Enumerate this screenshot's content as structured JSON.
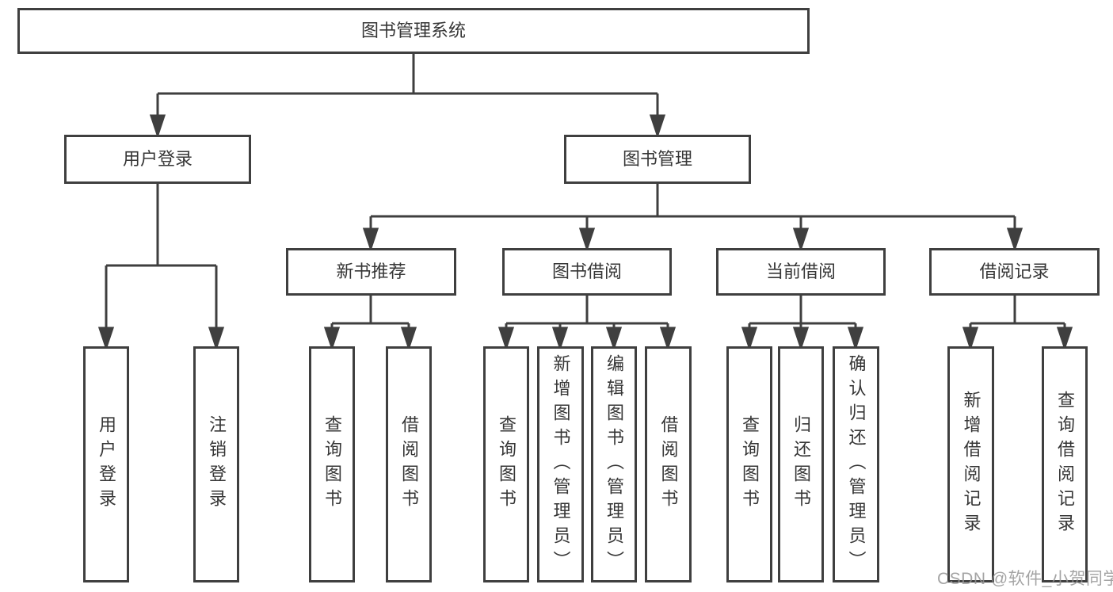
{
  "diagram": {
    "root": {
      "label": "图书管理系统"
    },
    "branches": [
      {
        "label": "用户登录",
        "children": [
          {
            "label": "用户登录"
          },
          {
            "label": "注销登录"
          }
        ]
      },
      {
        "label": "图书管理",
        "children": [
          {
            "label": "新书推荐",
            "children": [
              {
                "label": "查询图书"
              },
              {
                "label": "借阅图书"
              }
            ]
          },
          {
            "label": "图书借阅",
            "children": [
              {
                "label": "查询图书"
              },
              {
                "label": "新增图书（管理员）"
              },
              {
                "label": "编辑图书（管理员）"
              },
              {
                "label": "借阅图书"
              }
            ]
          },
          {
            "label": "当前借阅",
            "children": [
              {
                "label": "查询图书"
              },
              {
                "label": "归还图书"
              },
              {
                "label": "确认归还（管理员）"
              }
            ]
          },
          {
            "label": "借阅记录",
            "children": [
              {
                "label": "新增借阅记录"
              },
              {
                "label": "查询借阅记录"
              }
            ]
          }
        ]
      }
    ]
  },
  "watermark": "CSDN @软件_小贺同学",
  "colors": {
    "line": "#3f3f3f",
    "box_border": "#3f3f3f",
    "text": "#363636",
    "background": "#ffffff",
    "watermark": "#949494"
  }
}
